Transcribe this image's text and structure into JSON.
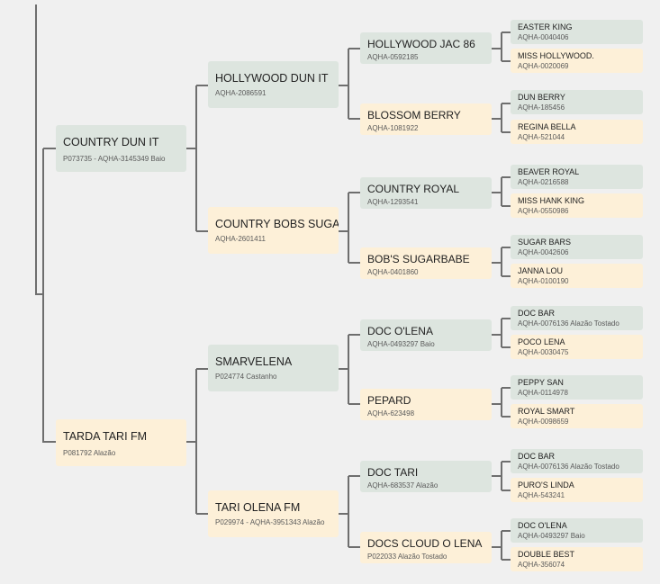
{
  "pedigree": {
    "sire": {
      "name": "COUNTRY DUN IT",
      "details": "P073735 - AQHA-3145349 Baio"
    },
    "dam": {
      "name": "TARDA TARI FM",
      "details": "P081792 Alazão"
    },
    "ss": {
      "name": "HOLLYWOOD DUN IT",
      "details": "AQHA-2086591"
    },
    "sd": {
      "name": "COUNTRY BOBS SUGAR",
      "details": "AQHA-2601411"
    },
    "ds": {
      "name": "SMARVELENA",
      "details": "P024774 Castanho"
    },
    "dd": {
      "name": "TARI OLENA FM",
      "details": "P029974 - AQHA-3951343 Alazão"
    },
    "sss": {
      "name": "HOLLYWOOD JAC 86",
      "details": "AQHA-0592185"
    },
    "ssd": {
      "name": "BLOSSOM BERRY",
      "details": "AQHA-1081922"
    },
    "sds": {
      "name": "COUNTRY ROYAL",
      "details": "AQHA-1293541"
    },
    "sdd": {
      "name": "BOB'S SUGARBABE",
      "details": "AQHA-0401860"
    },
    "dss": {
      "name": "DOC O'LENA",
      "details": "AQHA-0493297 Baio"
    },
    "dsd": {
      "name": "PEPARD",
      "details": "AQHA-623498"
    },
    "dds": {
      "name": "DOC TARI",
      "details": "AQHA-683537 Alazão"
    },
    "ddd": {
      "name": "DOCS CLOUD O LENA",
      "details": "P022033 Alazão Tostado"
    },
    "ssss": {
      "name": "EASTER KING",
      "details": "AQHA-0040406"
    },
    "sssd": {
      "name": "MISS HOLLYWOOD.",
      "details": "AQHA-0020069"
    },
    "ssds": {
      "name": "DUN BERRY",
      "details": "AQHA-185456"
    },
    "ssdd": {
      "name": "REGINA BELLA",
      "details": "AQHA-521044"
    },
    "sdss": {
      "name": "BEAVER ROYAL",
      "details": "AQHA-0216588"
    },
    "sdsd": {
      "name": "MISS HANK KING",
      "details": "AQHA-0550986"
    },
    "sdds": {
      "name": "SUGAR BARS",
      "details": "AQHA-0042606"
    },
    "sddd": {
      "name": "JANNA LOU",
      "details": "AQHA-0100190"
    },
    "dsss": {
      "name": "DOC BAR",
      "details": "AQHA-0076136 Alazão Tostado"
    },
    "dssd": {
      "name": "POCO LENA",
      "details": "AQHA-0030475"
    },
    "dsds": {
      "name": "PEPPY SAN",
      "details": "AQHA-0114978"
    },
    "dsdd": {
      "name": "ROYAL SMART",
      "details": "AQHA-0098659"
    },
    "ddss": {
      "name": "DOC BAR",
      "details": "AQHA-0076136 Alazão Tostado"
    },
    "ddsd": {
      "name": "PURO'S LINDA",
      "details": "AQHA-543241"
    },
    "ddds": {
      "name": "DOC O'LENA",
      "details": "AQHA-0493297 Baio"
    },
    "dddd": {
      "name": "DOUBLE BEST",
      "details": "AQHA-356074"
    }
  }
}
